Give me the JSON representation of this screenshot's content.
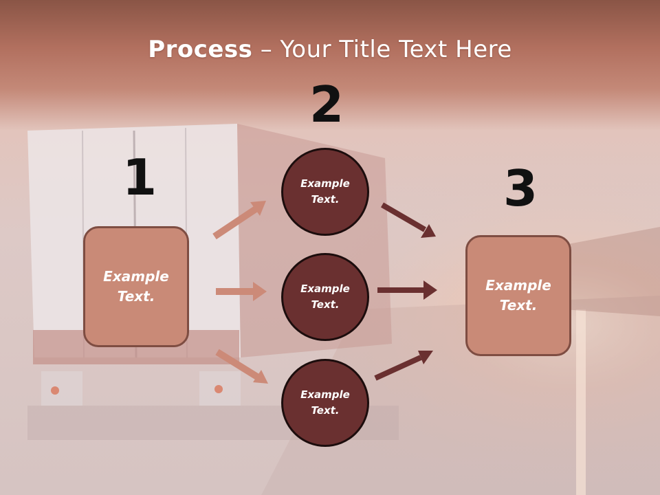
{
  "title": {
    "bold": "Process",
    "rest": " – Your Title Text Here"
  },
  "steps": {
    "n1": "1",
    "n2": "2",
    "n3": "3",
    "box1": [
      "Example",
      "Text."
    ],
    "box3": [
      "Example",
      "Text."
    ],
    "circle_top": [
      "Example",
      "Text."
    ],
    "circle_mid": [
      "Example",
      "Text."
    ],
    "circle_bot": [
      "Example",
      "Text."
    ]
  },
  "colors": {
    "box_fill": "#c98a77",
    "circle_fill": "#6a3030",
    "light_arrow": "#cc8a78",
    "dark_arrow": "#6a3030"
  }
}
